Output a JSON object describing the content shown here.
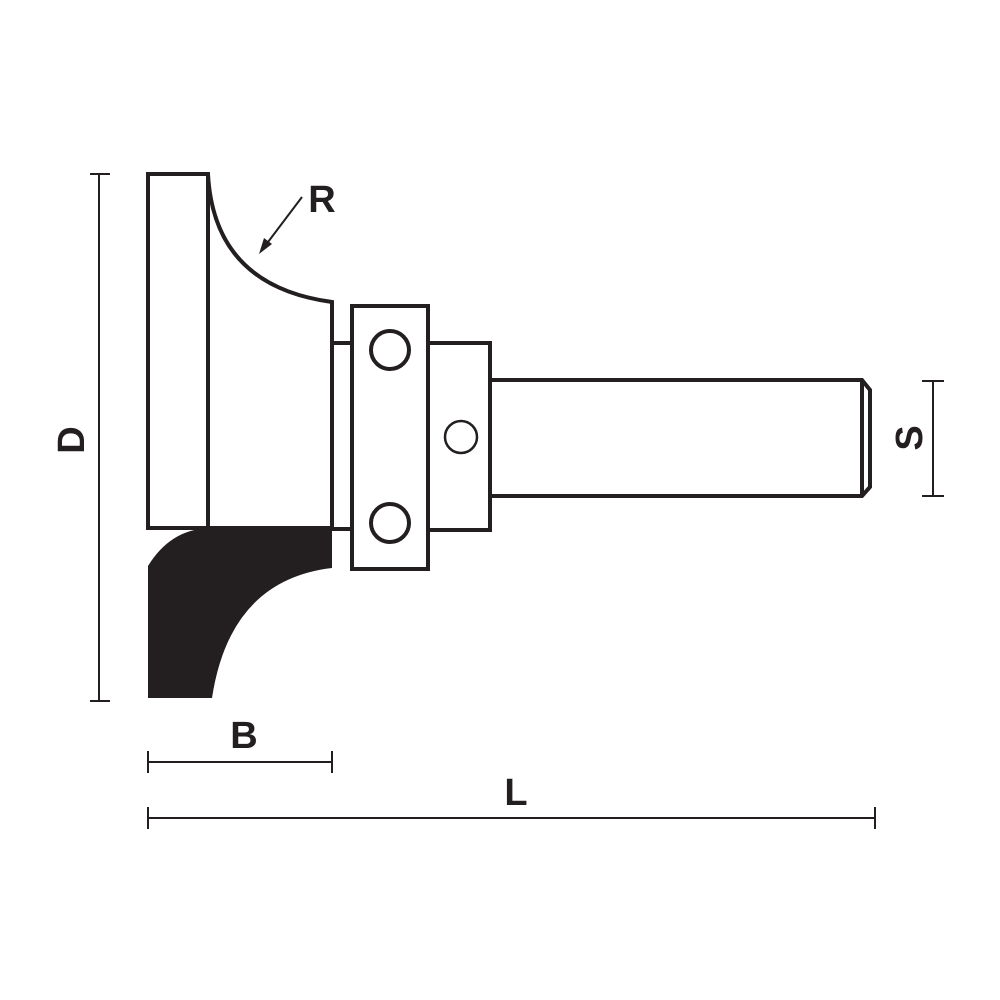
{
  "diagram": {
    "labels": {
      "radius": "R",
      "diameter": "D",
      "shank": "S",
      "cut_width": "B",
      "length": "L"
    },
    "colors": {
      "ink": "#231f20",
      "background": "#ffffff"
    }
  }
}
